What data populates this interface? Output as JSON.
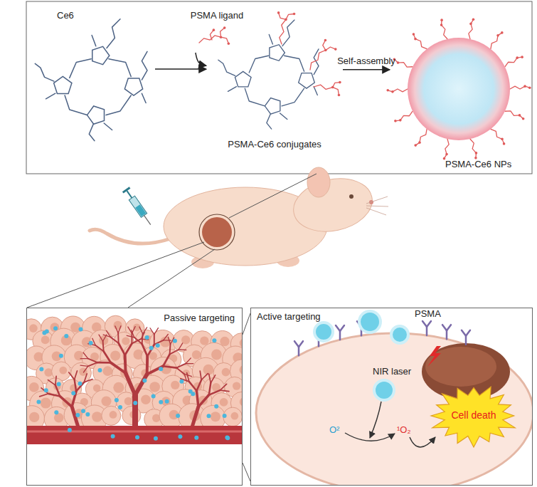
{
  "diagram": {
    "nodes": [
      {
        "text": [
          "Ce6"
        ]
      },
      {
        "text": [
          "PSMA ligand"
        ]
      },
      {
        "text": [
          "PSMA-Ce6 conjugates"
        ]
      },
      {
        "text": [
          "PSMA-Ce6 NPs"
        ]
      },
      {
        "text": [
          "Passive targeting"
        ]
      },
      {
        "text": [
          "Active targeting"
        ]
      },
      {
        "text": [
          "Cell death"
        ],
        "in": 5
      }
    ],
    "edges": [
      {
        "from": 0,
        "to": 2,
        "arrow": "to"
      },
      {
        "from": 1,
        "to": 2,
        "arrow": "to"
      },
      {
        "from": 2,
        "to": 3,
        "label": "Self-assembly",
        "arrow": "to"
      }
    ],
    "labels": [
      "PSMA",
      "NIR laser",
      "O²",
      "¹O₂"
    ]
  }
}
